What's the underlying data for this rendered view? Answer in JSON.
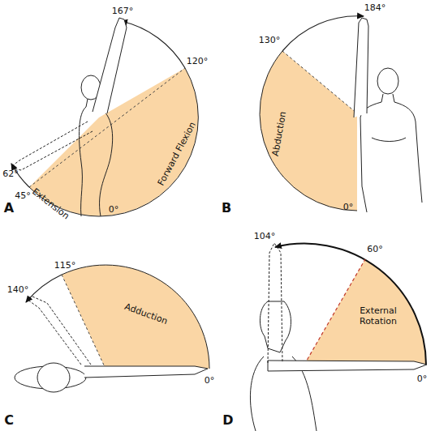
{
  "diagram": {
    "labels": [
      "167°",
      "120°",
      "62°",
      "45°",
      "Extension",
      "Forward Flexion",
      "0°",
      "A",
      "184°",
      "130°",
      "Abduction",
      "0°",
      "B",
      "115°",
      "140°",
      "Adduction",
      "0°",
      "C",
      "104°",
      "60°",
      "External Rotation",
      "0°",
      "D"
    ]
  }
}
